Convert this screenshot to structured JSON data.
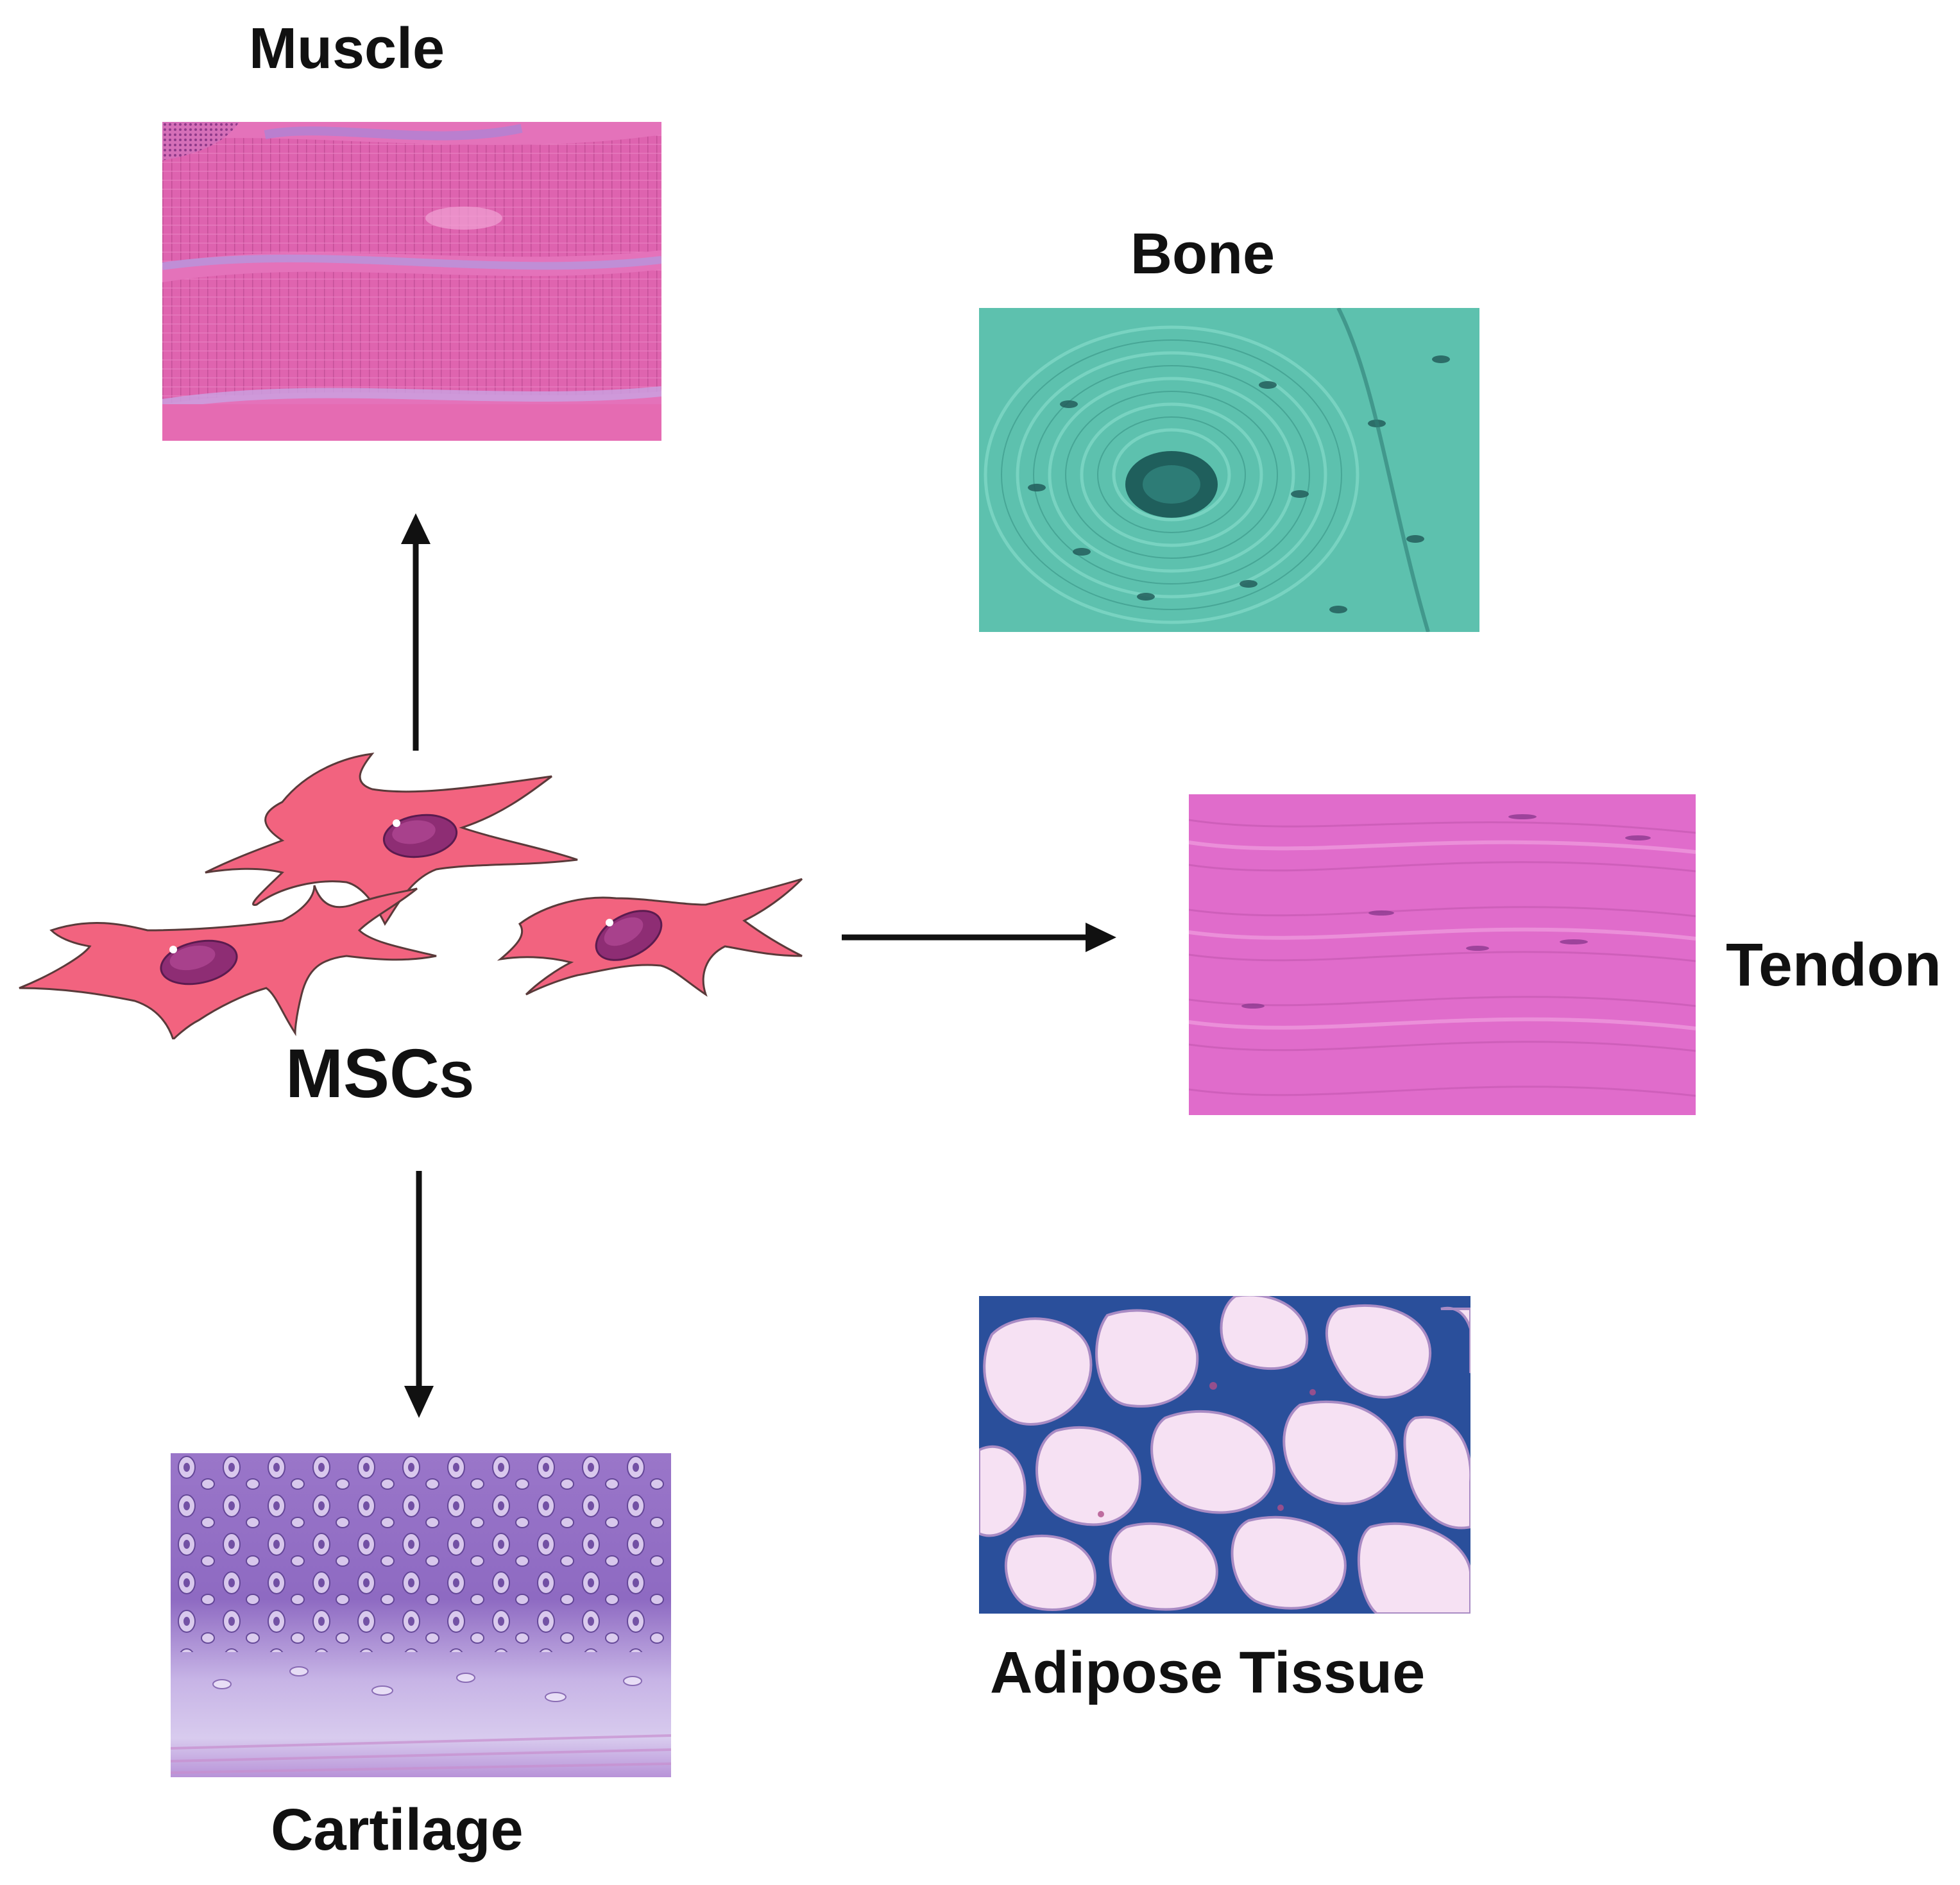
{
  "labels": {
    "muscle": "Muscle",
    "bone": "Bone",
    "tendon": "Tendon",
    "adipose": "Adipose Tissue",
    "cartilage": "Cartilage",
    "msc_main": "MSC",
    "msc_suffix": "S"
  },
  "colors": {
    "muscle": "#e46fb8",
    "bone": "#5ec4b2",
    "tendon": "#e070cc",
    "adipose": "#f4dcef",
    "adipose_stroma": "#2b4f9a",
    "cartilage": "#a482cf",
    "cell_body": "#f2637f",
    "cell_nucleus": "#8e2d74",
    "arrow": "#111111"
  }
}
